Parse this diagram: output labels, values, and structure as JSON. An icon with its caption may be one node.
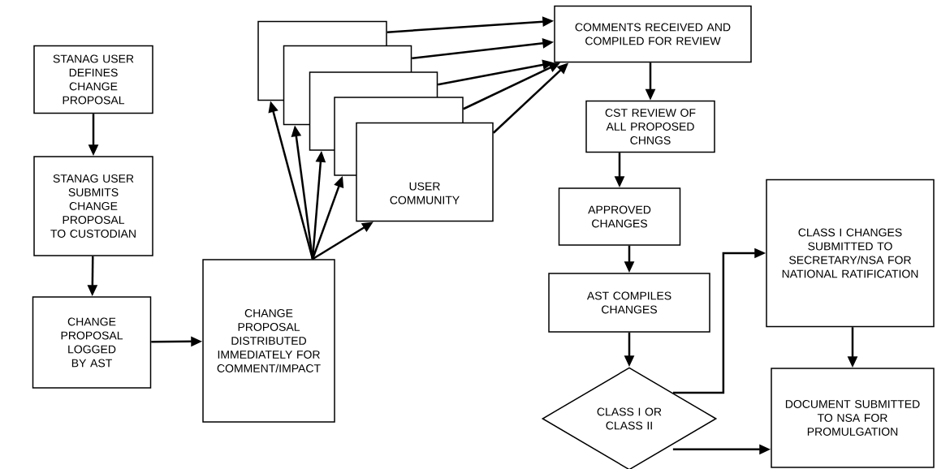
{
  "diagram": {
    "nodes": [
      {
        "text": [
          "STANAG USER DEFINES CHANGE PROPOSAL"
        ]
      },
      {
        "text": [
          "STANAG USER SUBMITS CHANGE PROPOSAL TO CUSTODIAN"
        ]
      },
      {
        "text": [
          "CHANGE PROPOSAL LOGGED BY AST"
        ]
      },
      {
        "text": [
          "CHANGE PROPOSAL DISTRIBUTED IMMEDIATELY FOR COMMENT/IMPACT"
        ]
      },
      {
        "text": [],
        "shape": "box"
      },
      {
        "text": [],
        "shape": "box"
      },
      {
        "text": [],
        "shape": "box"
      },
      {
        "text": [],
        "shape": "box"
      },
      {
        "text": [
          "USER COMMUNITY"
        ]
      },
      {
        "text": [
          "COMMENTS RECEIVED AND COMPILED FOR REVIEW"
        ]
      },
      {
        "text": [
          "CST REVIEW OF ALL PROPOSED CHNGS"
        ]
      },
      {
        "text": [
          "APPROVED CHANGES"
        ]
      },
      {
        "text": [
          "AST COMPILES CHANGES"
        ]
      },
      {
        "text": [
          "CLASS I OR CLASS II"
        ]
      },
      {
        "text": [
          "CLASS I CHANGES SUBMITTED TO SECRETARY/NSA FOR NATIONAL RATIFICATION"
        ]
      },
      {
        "text": [
          "DOCUMENT SUBMITTED TO NSA FOR PROMULGATION"
        ]
      }
    ],
    "edges": [
      {
        "from": 0,
        "to": 1,
        "arrow": "to"
      },
      {
        "from": 1,
        "to": 2,
        "arrow": "to"
      },
      {
        "from": 2,
        "to": 3,
        "arrow": "to"
      },
      {
        "from": 3,
        "to": 4,
        "arrow": "to"
      },
      {
        "from": 3,
        "to": 5,
        "arrow": "to"
      },
      {
        "from": 3,
        "to": 6,
        "arrow": "to"
      },
      {
        "from": 3,
        "to": 7,
        "arrow": "to"
      },
      {
        "from": 3,
        "to": 8,
        "arrow": "to"
      },
      {
        "from": 4,
        "to": 9,
        "arrow": "to"
      },
      {
        "from": 5,
        "to": 9,
        "arrow": "to"
      },
      {
        "from": 6,
        "to": 9,
        "arrow": "to"
      },
      {
        "from": 7,
        "to": 9,
        "arrow": "to"
      },
      {
        "from": 8,
        "to": 9,
        "arrow": "to"
      },
      {
        "from": 9,
        "to": 10,
        "arrow": "to"
      },
      {
        "from": 10,
        "to": 11,
        "arrow": "to"
      },
      {
        "from": 11,
        "to": 12,
        "arrow": "to"
      },
      {
        "from": 12,
        "to": 13,
        "arrow": "to"
      },
      {
        "from": 13,
        "to": 14,
        "arrow": "to"
      },
      {
        "from": 13,
        "to": 15,
        "arrow": "to"
      },
      {
        "from": 14,
        "to": 15,
        "arrow": "to"
      }
    ]
  }
}
